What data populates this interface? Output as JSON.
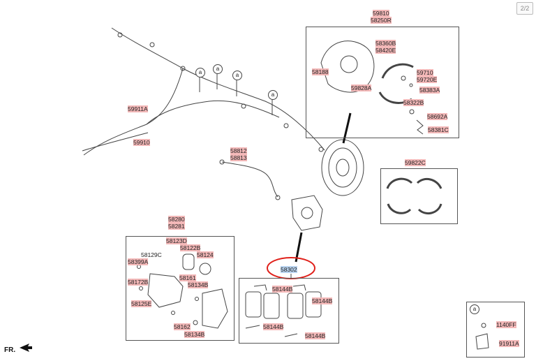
{
  "pager": "2/2",
  "fr_label": "FR.",
  "callout_letter": "a",
  "labels": {
    "p59810": "59810",
    "p58250R": "58250R",
    "p58360B": "58360B",
    "p58420E": "58420E",
    "p58188": "58188",
    "p59710": "59710",
    "p59720E": "59720E",
    "p59828A": "59828A",
    "p58383A": "58383A",
    "p58322B": "58322B",
    "p58692A": "58692A",
    "p58381C": "58381C",
    "p59911A": "59911A",
    "p59910": "59910",
    "p58812": "58812",
    "p58813": "58813",
    "p59822C": "59822C",
    "p58280": "58280",
    "p58281": "58281",
    "p58123D": "58123D",
    "p58129C": "58129C",
    "p58122B": "58122B",
    "p58399A": "58399A",
    "p58124": "58124",
    "p58161": "58161",
    "p58172B": "58172B",
    "p58134B_top": "58134B",
    "p58125E": "58125E",
    "p58162": "58162",
    "p58134B_bot": "58134B",
    "p58302": "58302",
    "p58144B_1": "58144B",
    "p58144B_2": "58144B",
    "p58144B_3": "58144B",
    "p58144B_4": "58144B",
    "p1140FF": "1140FF",
    "p91911A": "91911A"
  },
  "colors": {
    "part_highlight": "#f3b8b8",
    "selected_highlight": "#b9d3ef",
    "selection_ring": "#e0211b",
    "line": "#333333"
  }
}
